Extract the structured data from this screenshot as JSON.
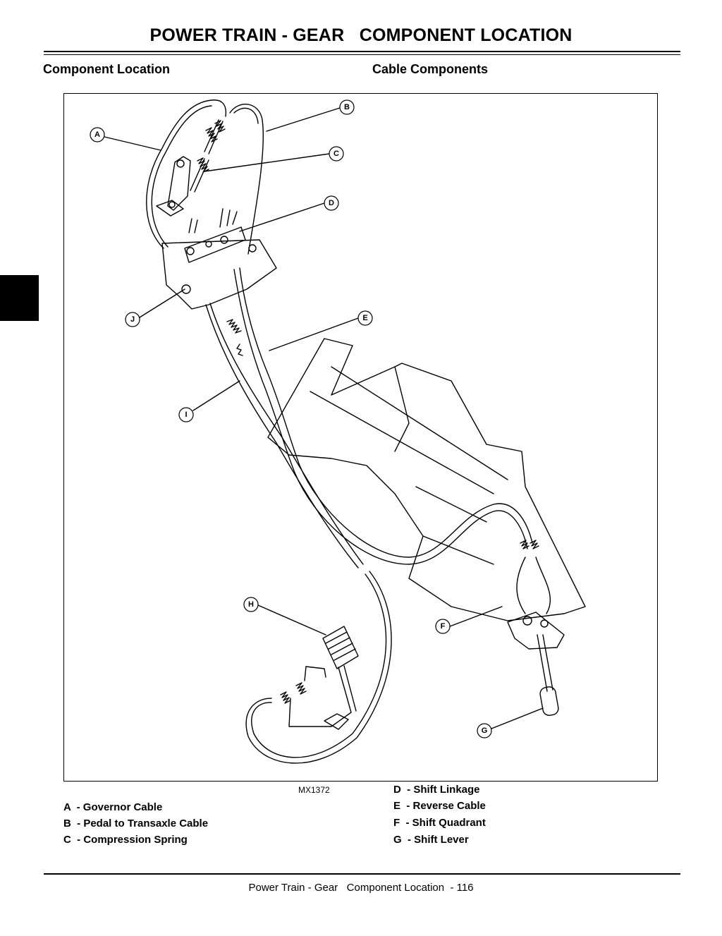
{
  "header": {
    "title": "POWER TRAIN - GEAR   COMPONENT LOCATION",
    "left_section": "Component Location",
    "right_section": "Cable Components"
  },
  "figure": {
    "id": "MX1372",
    "callouts": [
      "A",
      "B",
      "C",
      "D",
      "E",
      "F",
      "G",
      "H",
      "I",
      "J"
    ]
  },
  "legend_left": [
    "A  - Governor Cable",
    "B  - Pedal to Transaxle Cable",
    "C  - Compression Spring"
  ],
  "legend_right": [
    "D  - Shift Linkage",
    "E  - Reverse Cable",
    "F  - Shift Quadrant",
    "G  - Shift Lever"
  ],
  "footer": "Power Train - Gear   Component Location  - 116"
}
